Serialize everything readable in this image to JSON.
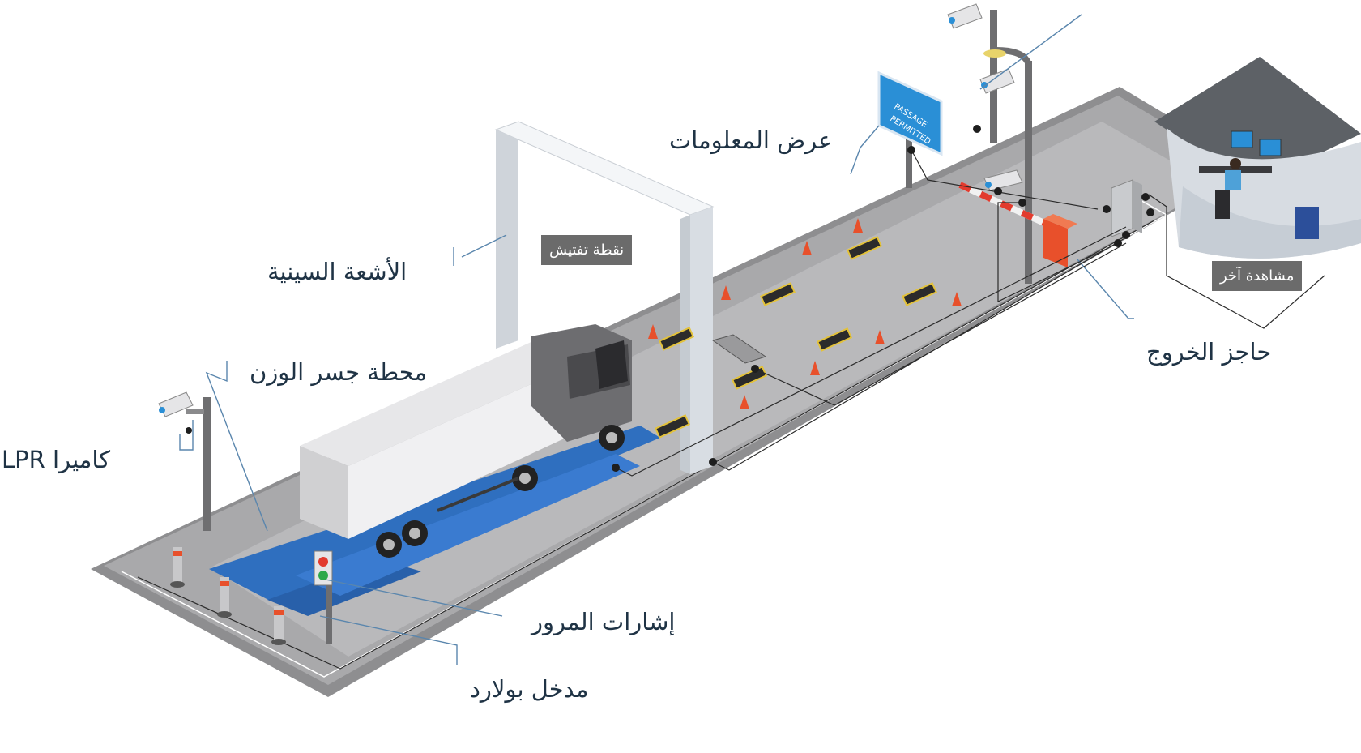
{
  "labels": {
    "info_display": "عرض المعلومات",
    "xray": "الأشعة السينية",
    "weighbridge": "محطة جسر الوزن",
    "lpr_camera": "كاميرا LPR",
    "traffic_lights": "إشارات المرور",
    "bollard_entry": "مدخل بولارد",
    "exit_barrier": "حاجز الخروج"
  },
  "tags": {
    "checkpoint": "نقطة تفتيش",
    "other_view": "مشاهدة آخر"
  },
  "sign_text": {
    "line1": "PASSAGE",
    "line2": "PERMITTED"
  },
  "colors": {
    "road": "#b1b1b3",
    "road_edge": "#8e8e90",
    "scale": "#2f6fbf",
    "barrier": "#e8502b",
    "sign": "#2a8fd6",
    "label_text": "#1f3345",
    "leader_line": "#5a86ad"
  }
}
